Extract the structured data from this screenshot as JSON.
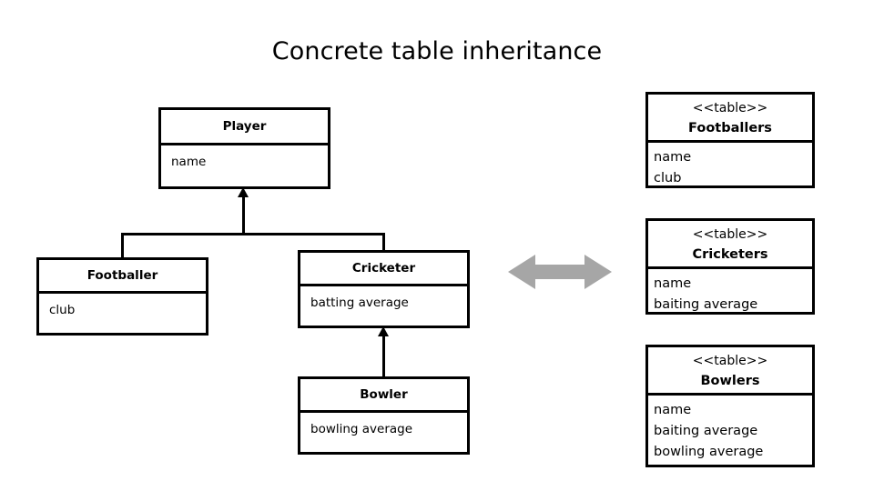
{
  "title": "Concrete table inheritance",
  "diagram": {
    "classes": [
      {
        "id": "player",
        "name": "Player",
        "attributes": [
          "name"
        ]
      },
      {
        "id": "footballer",
        "name": "Footballer",
        "attributes": [
          "club"
        ]
      },
      {
        "id": "cricketer",
        "name": "Cricketer",
        "attributes": [
          "batting average"
        ]
      },
      {
        "id": "bowler",
        "name": "Bowler",
        "attributes": [
          "bowling average"
        ]
      }
    ],
    "inheritance_edges": [
      {
        "from": "footballer",
        "to": "player"
      },
      {
        "from": "cricketer",
        "to": "player"
      },
      {
        "from": "bowler",
        "to": "cricketer"
      }
    ]
  },
  "tables": [
    {
      "id": "footballers",
      "stereotype": "<<table>>",
      "name": "Footballers",
      "columns": [
        "name",
        "club"
      ]
    },
    {
      "id": "cricketers",
      "stereotype": "<<table>>",
      "name": "Cricketers",
      "columns": [
        "name",
        "baiting average"
      ]
    },
    {
      "id": "bowlers",
      "stereotype": "<<table>>",
      "name": "Bowlers",
      "columns": [
        "name",
        "baiting average",
        "bowling average"
      ]
    }
  ],
  "mapping_arrow": {
    "icon": "double-headed-arrow-icon",
    "color": "#a6a6a6",
    "direction": "left-right"
  },
  "colors": {
    "background": "#ffffff",
    "stroke": "#000000",
    "arrow_gray": "#a6a6a6"
  }
}
